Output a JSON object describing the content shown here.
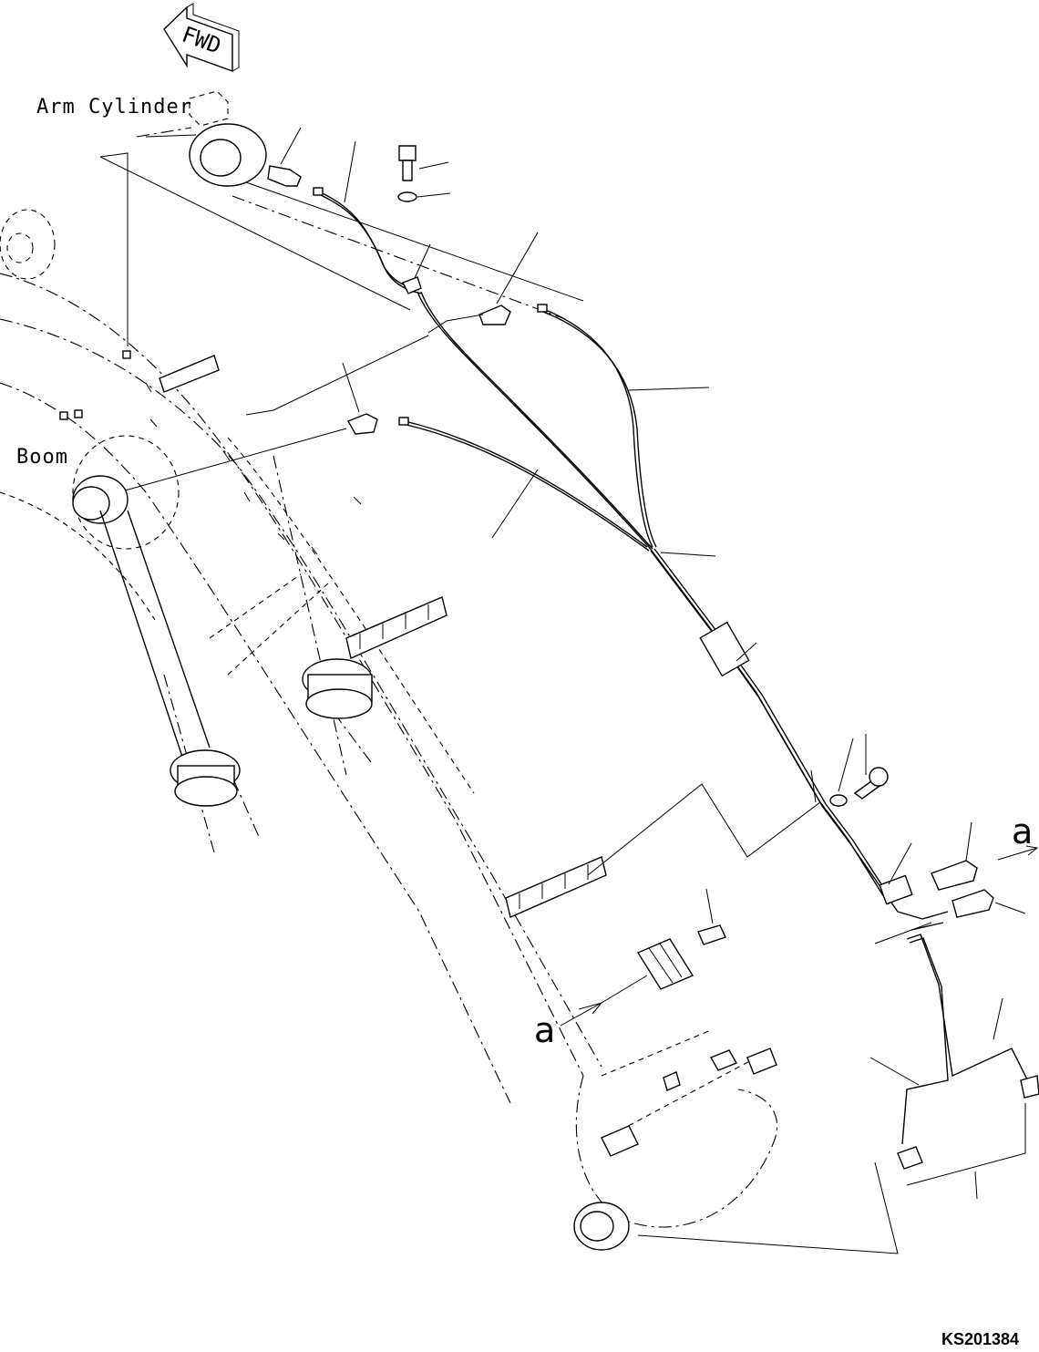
{
  "labels": {
    "fwd": "FWD",
    "arm_cylinder": "Arm Cylinder",
    "boom": "Boom",
    "ref_a": "a",
    "drawing_code": "KS201384"
  }
}
